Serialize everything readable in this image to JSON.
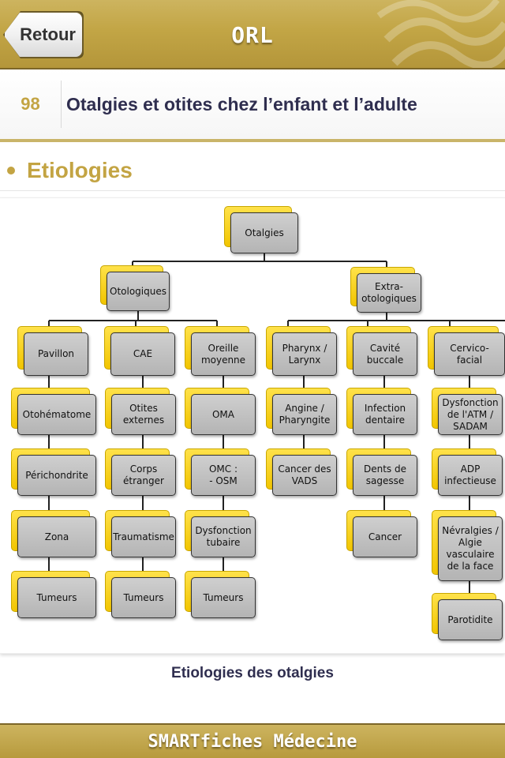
{
  "navbar": {
    "back_label": "Retour",
    "title": "ORL"
  },
  "chapter": {
    "number": "98",
    "title": "Otalgies et otites chez l’enfant et l’adulte"
  },
  "section": {
    "title": "Etiologies"
  },
  "diagram": {
    "root": "Otalgies",
    "level1": [
      "Otologiques",
      "Extra-\notologiques"
    ],
    "level2": [
      "Pavillon",
      "CAE",
      "Oreille\nmoyenne",
      "Pharynx /\nLarynx",
      "Cavité\nbuccale",
      "Cervico-facial"
    ],
    "columns": [
      [
        "Otohématome",
        "Périchondrite",
        "Zona",
        "Tumeurs"
      ],
      [
        "Otites\nexternes",
        "Corps\nétranger",
        "Traumatisme",
        "Tumeurs"
      ],
      [
        "OMA",
        "OMC :\n- OSM",
        "Dysfonction\ntubaire",
        "Tumeurs"
      ],
      [
        "Angine /\nPharyngite",
        "Cancer des\nVADS"
      ],
      [
        "Infection\ndentaire",
        "Dents de\nsagesse",
        "Cancer"
      ],
      [
        "Dysfonction\nde l'ATM /\nSADAM",
        "ADP\ninfectieuse",
        "Névralgies /\nAlgie\nvasculaire\nde la face",
        "Parotidite"
      ]
    ],
    "accent_color": "#f7d10b",
    "box_color": "#bdbdbd"
  },
  "caption": "Etiologies des otalgies",
  "footer": {
    "brand": "SMARTfiches Médecine"
  }
}
